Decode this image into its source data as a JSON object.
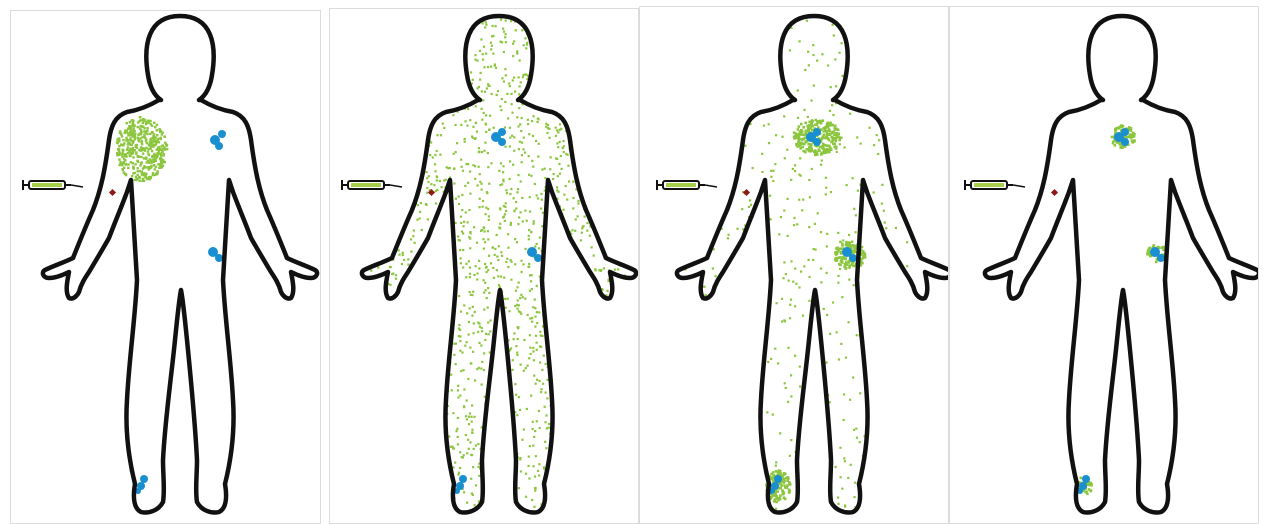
{
  "colors": {
    "outline": "#111111",
    "tracer": "#8cc63f",
    "tumor": "#1a8fd0",
    "injection_site": "#8b1a1a",
    "syringe_fill": "#a6d04a"
  },
  "panels": [
    {
      "name": "panel-1",
      "tracer_pattern": "cluster-right-shoulder",
      "tumors": [
        "chest-left",
        "abdomen-left",
        "foot-right"
      ],
      "injection_marker": true
    },
    {
      "name": "panel-2",
      "tracer_pattern": "diffuse-whole-body",
      "tumors": [
        "chest-center",
        "abdomen-left",
        "foot-right"
      ],
      "injection_marker": true
    },
    {
      "name": "panel-3",
      "tracer_pattern": "tumor-accumulation-with-background",
      "tumors": [
        "chest-center",
        "abdomen-left",
        "foot-right"
      ],
      "injection_marker": true
    },
    {
      "name": "panel-4",
      "tracer_pattern": "tumor-specific-only",
      "tumors": [
        "chest-center",
        "abdomen-left",
        "foot-right"
      ],
      "injection_marker": true
    }
  ]
}
